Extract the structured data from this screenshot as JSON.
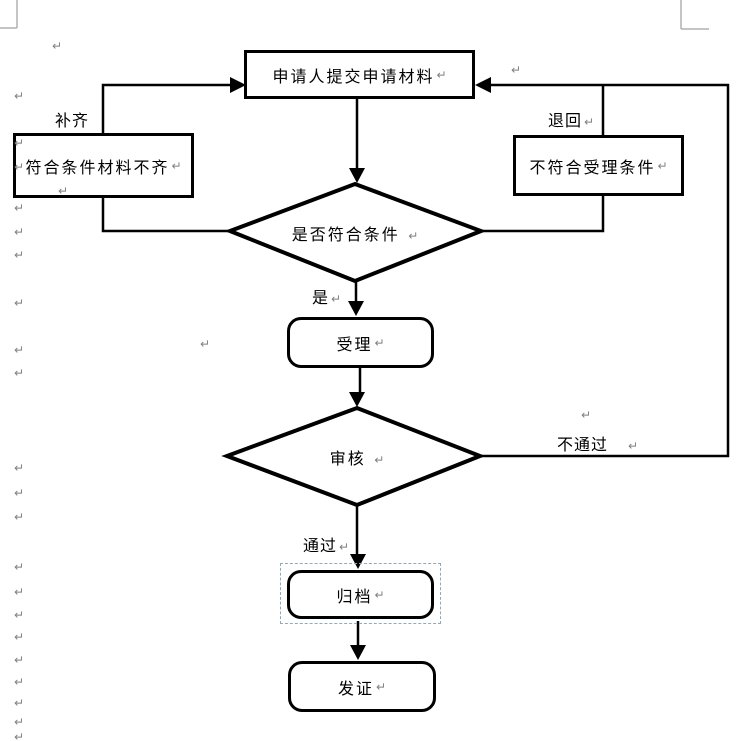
{
  "flowchart": {
    "nodes": {
      "submit": {
        "label": "申请人提交申请材料",
        "shape": "rect"
      },
      "incomplete": {
        "label": "符合条件材料不齐",
        "shape": "rect"
      },
      "reject": {
        "label": "不符合受理条件",
        "shape": "rect"
      },
      "check": {
        "label": "是否符合条件",
        "shape": "diamond"
      },
      "review": {
        "label": "审核",
        "shape": "diamond"
      },
      "accept": {
        "label": "受理",
        "shape": "rounded"
      },
      "archive": {
        "label": "归档",
        "shape": "rounded",
        "selected": true
      },
      "issue": {
        "label": "发证",
        "shape": "rounded"
      }
    },
    "edge_labels": {
      "supplement": "补齐",
      "return": "退回",
      "yes": "是",
      "pass": "通过",
      "fail": "不通过"
    },
    "colors": {
      "line": "#000000",
      "fill": "#ffffff",
      "paragraph_mark": "#808080",
      "selection_dash": "#93a9b8",
      "text_boundary": "#b0b0b0"
    }
  },
  "marks": {
    "paragraph_glyph": "↵"
  }
}
